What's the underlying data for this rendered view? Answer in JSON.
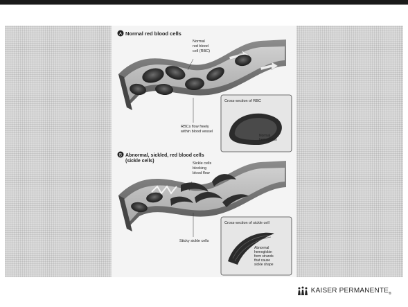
{
  "figure": {
    "panel_a": {
      "badge": "A",
      "title": "Normal red blood cells",
      "callout_rbc": [
        "Normal",
        "red blood",
        "cell (RBC)"
      ],
      "callout_flow": [
        "RBCs flow freely",
        "within blood vessel"
      ],
      "inset_title": "Cross-section of RBC",
      "inset_label": [
        "Normal",
        "hemoglobin"
      ]
    },
    "panel_b": {
      "badge": "B",
      "title": [
        "Abnormal, sickled, red blood cells",
        "(sickle cells)"
      ],
      "callout_block": [
        "Sickle cells",
        "blocking",
        "blood flow"
      ],
      "callout_sticky": "Sticky sickle cells",
      "inset_title": "Cross-section of sickle cell",
      "inset_label": [
        "Abnormal",
        "hemoglobin",
        "form strands",
        "that cause",
        "sickle shape"
      ]
    }
  },
  "footer": {
    "brand": "KAISER PERMANENTE",
    "reg": "®"
  }
}
